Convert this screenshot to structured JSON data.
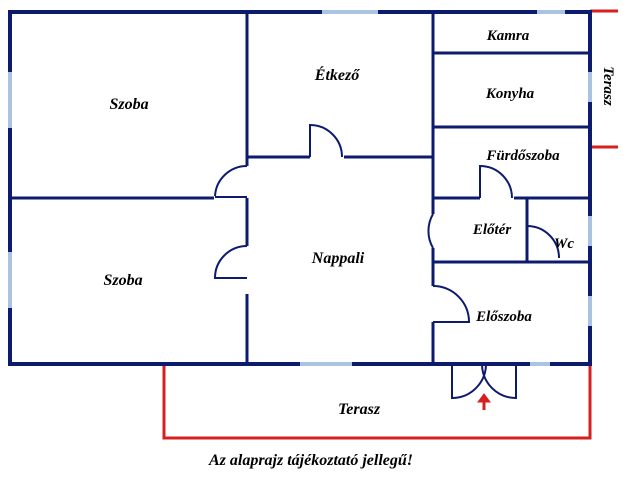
{
  "rooms": {
    "szoba_top": "Szoba",
    "szoba_bottom": "Szoba",
    "etkezo": "Étkező",
    "kamra": "Kamra",
    "konyha": "Konyha",
    "furdoszoba": "Fürdőszoba",
    "eloter": "Előtér",
    "wc": "Wc",
    "nappali": "Nappali",
    "eloszoba": "Előszoba",
    "terasz_bottom": "Terasz",
    "terasz_right": "Terasz"
  },
  "disclaimer": "Az alaprajz tájékoztató jellegű!",
  "colors": {
    "wall": "#0d1b6e",
    "window": "#a8c4e0",
    "terrace_line": "#d61f1f",
    "entrance_arrow": "#d61f1f",
    "text": "#000000"
  },
  "icons": {
    "entrance": "entrance-arrow-icon"
  }
}
